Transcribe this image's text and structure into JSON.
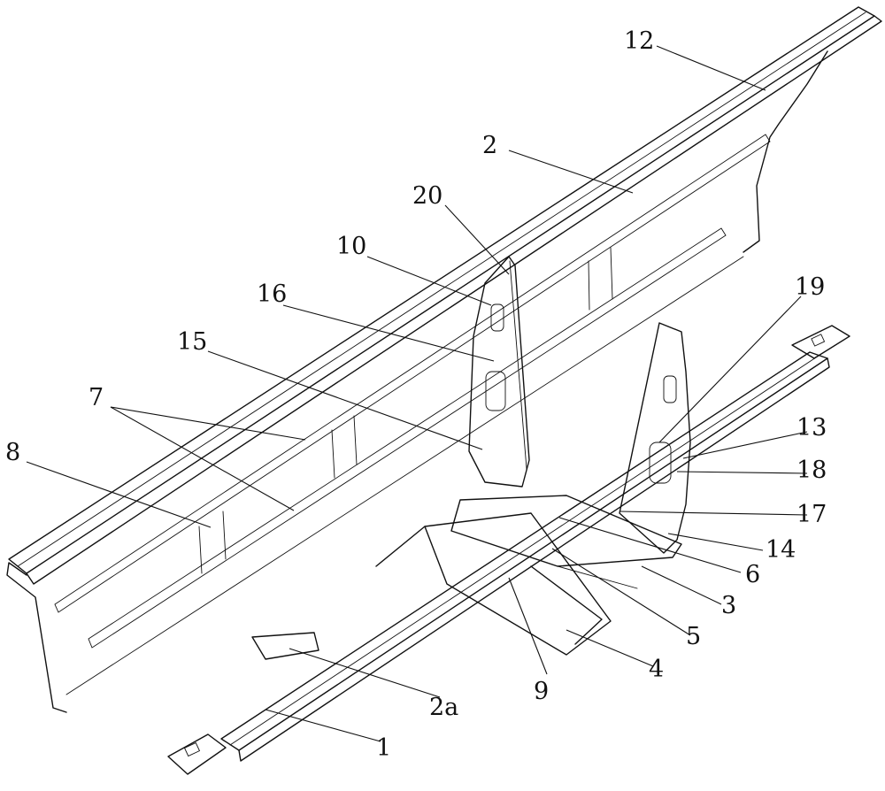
{
  "diagram": {
    "labels": {
      "l12": "12",
      "l2": "2",
      "l20": "20",
      "l10": "10",
      "l16": "16",
      "l19": "19",
      "l15": "15",
      "l7": "7",
      "l8": "8",
      "l13": "13",
      "l18": "18",
      "l17": "17",
      "l14": "14",
      "l6": "6",
      "l3": "3",
      "l5": "5",
      "l4": "4",
      "l9": "9",
      "l2a": "2a",
      "l1": "1"
    }
  }
}
